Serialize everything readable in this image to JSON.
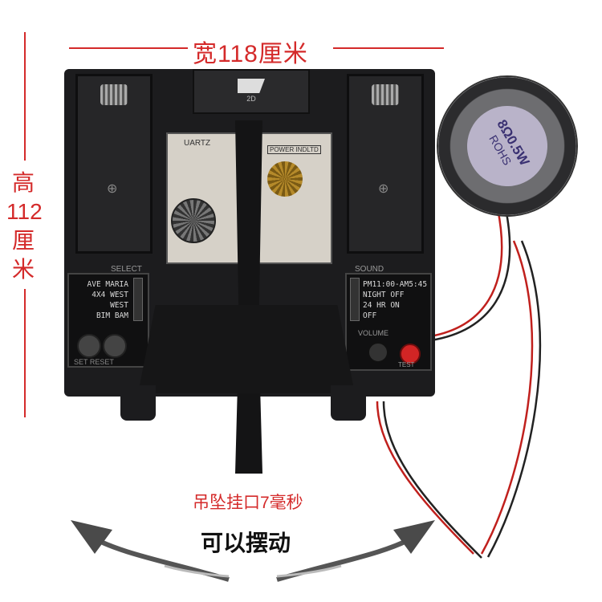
{
  "dimensions": {
    "width_label": "宽118厘米",
    "height_label": "高112厘米",
    "height_chars": [
      "高",
      "112",
      "厘",
      "米"
    ]
  },
  "caption": {
    "pendulum_hook": "吊坠挂口7毫秒",
    "swing": "可以摆动"
  },
  "movement": {
    "brand_text": "UARTZ",
    "power_indicator": "POWER INDLTD",
    "logo_text": "2D"
  },
  "select_panel": {
    "title": "SELECT",
    "options": [
      "AVE MARIA",
      "4X4 WEST",
      "WEST",
      "BIM BAM"
    ],
    "buttons_label": "SET  RESET"
  },
  "sound_panel": {
    "title": "SOUND",
    "options": [
      "PM11:00-AM5:45",
      "NIGHT OFF",
      "24 HR ON",
      "OFF"
    ],
    "volume_label": "VOLUME",
    "test_label": "TEST"
  },
  "speaker": {
    "label_lines": [
      "8Ω0.5W",
      "ROHS"
    ]
  },
  "colors": {
    "dimension_red": "#d42a2a",
    "housing": "#1c1c1e",
    "speaker_label": "#b9b3c9",
    "wire_red": "#c0201d"
  }
}
